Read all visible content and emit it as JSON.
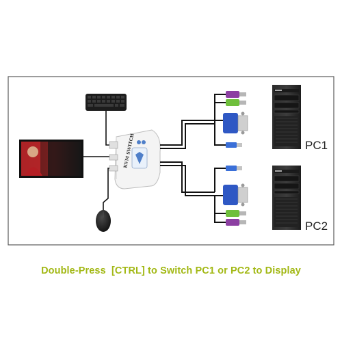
{
  "kvm": {
    "device_label": "KVM SWITCH",
    "icon": "kvm-switch-device-icon"
  },
  "computers": [
    {
      "label": "PC1",
      "icon": "desktop-tower-icon"
    },
    {
      "label": "PC2",
      "icon": "desktop-tower-icon"
    }
  ],
  "peripherals": {
    "keyboard_icon": "keyboard-icon",
    "mouse_icon": "mouse-icon",
    "monitor_icon": "monitor-icon"
  },
  "caption": "Double-Press  [CTRL] to Switch PC1 or PC2 to Display",
  "colors": {
    "caption": "#a2b814",
    "vga_blue": "#2f58c4",
    "ps2_green": "#6fbf3c",
    "ps2_purple": "#8c3fa2",
    "usb_blue": "#3a6fd8",
    "cable": "#111111",
    "frame": "#555555"
  }
}
